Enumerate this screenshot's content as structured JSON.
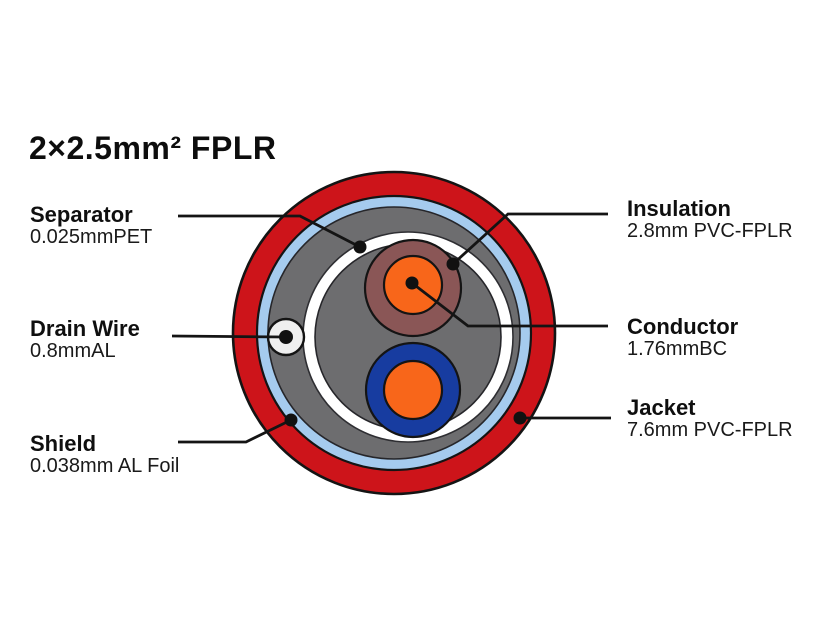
{
  "title": "2×2.5mm² FPLR",
  "callouts": {
    "separator": {
      "name": "Separator",
      "value": "0.025mmPET"
    },
    "drain_wire": {
      "name": "Drain Wire",
      "value": "0.8mmAL"
    },
    "shield": {
      "name": "Shield",
      "value": "0.038mm AL Foil"
    },
    "insulation": {
      "name": "Insulation",
      "value": "2.8mm PVC-FPLR"
    },
    "conductor": {
      "name": "Conductor",
      "value": "1.76mmBC"
    },
    "jacket": {
      "name": "Jacket",
      "value": "7.6mm PVC-FPLR"
    }
  },
  "colors": {
    "jacket_red": "#CD141A",
    "shield_foil_blue": "#A5CBEE",
    "filler_gray": "#6D6D6F",
    "separator_white": "#FFFFFF",
    "insulation_brown": "#8A5656",
    "conductor_orange": "#F8661A",
    "insulation_navy": "#173CA0",
    "drain_wire_white": "#EFEFEF",
    "outline_black": "#141414",
    "text_black": "#0f0f0f"
  }
}
